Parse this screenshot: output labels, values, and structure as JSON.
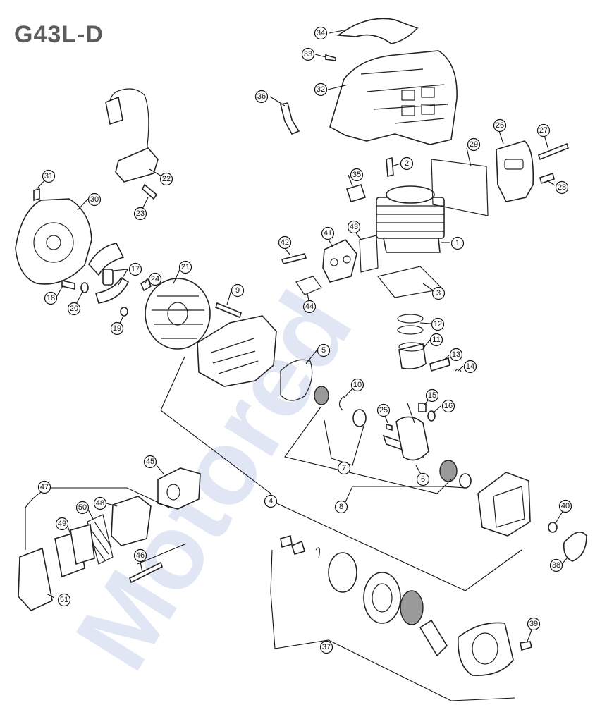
{
  "title": "G43L-D",
  "watermark": "Motored",
  "callouts": [
    "1",
    "2",
    "3",
    "4",
    "5",
    "6",
    "7",
    "8",
    "9",
    "10",
    "11",
    "12",
    "13",
    "14",
    "15",
    "16",
    "17",
    "18",
    "19",
    "20",
    "21",
    "22",
    "23",
    "24",
    "25",
    "26",
    "27",
    "28",
    "29",
    "30",
    "31",
    "32",
    "33",
    "34",
    "35",
    "36",
    "37",
    "38",
    "39",
    "40",
    "41",
    "42",
    "43",
    "44",
    "45",
    "46",
    "47",
    "48",
    "49",
    "50",
    "51"
  ]
}
